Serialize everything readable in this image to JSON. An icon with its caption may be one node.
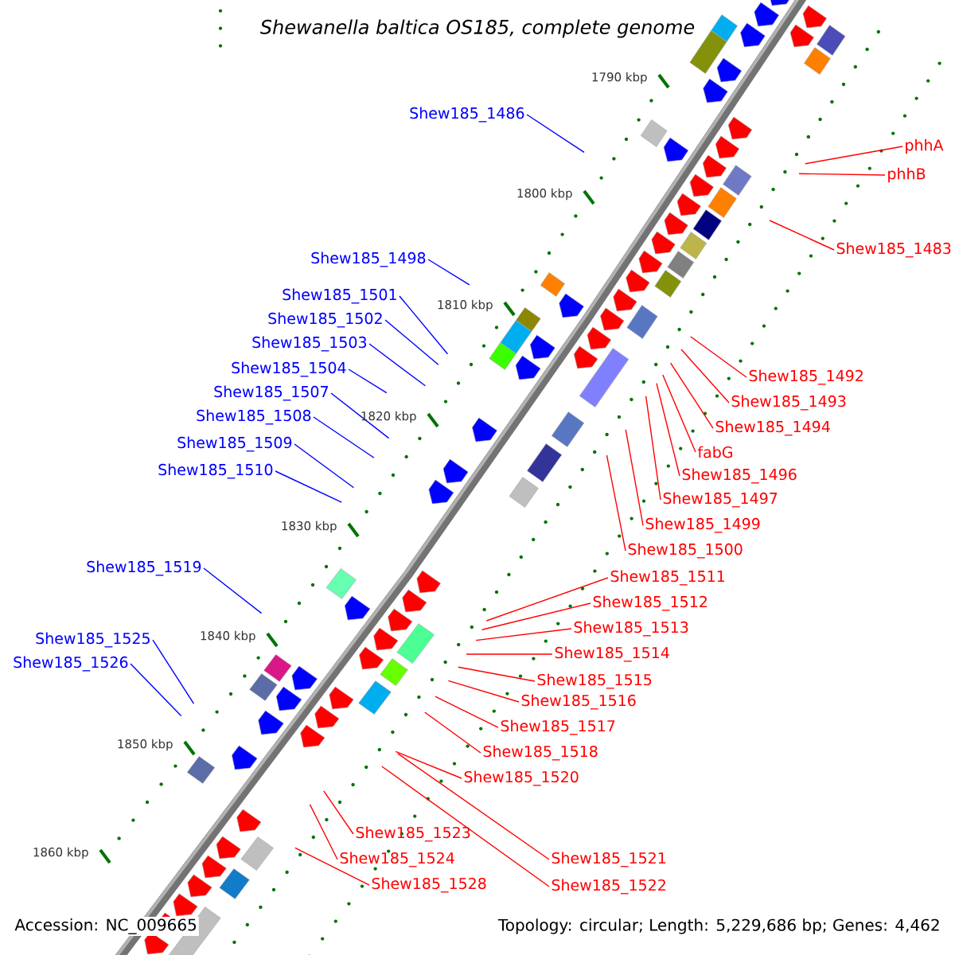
{
  "diagram": {
    "title": "Shewanella baltica OS185, complete genome",
    "nodes": [
      {
        "text": [
          "Shew185_1486"
        ]
      },
      {
        "text": [
          "phhA"
        ]
      },
      {
        "text": [
          "phhB"
        ]
      },
      {
        "text": [
          "Shew185_1483"
        ]
      },
      {
        "text": [
          "Shew185_1498"
        ]
      },
      {
        "text": [
          "Shew185_1501"
        ]
      },
      {
        "text": [
          "Shew185_1502"
        ]
      },
      {
        "text": [
          "Shew185_1503"
        ]
      },
      {
        "text": [
          "Shew185_1504"
        ]
      },
      {
        "text": [
          "Shew185_1492"
        ]
      },
      {
        "text": [
          "Shew185_1507"
        ]
      },
      {
        "text": [
          "Shew185_1493"
        ]
      },
      {
        "text": [
          "Shew185_1508"
        ]
      },
      {
        "text": [
          "Shew185_1494"
        ]
      },
      {
        "text": [
          "Shew185_1509"
        ]
      },
      {
        "text": [
          "fabG"
        ]
      },
      {
        "text": [
          "Shew185_1510"
        ]
      },
      {
        "text": [
          "Shew185_1496"
        ]
      },
      {
        "text": [
          "Shew185_1497"
        ]
      },
      {
        "text": [
          "Shew185_1499"
        ]
      },
      {
        "text": [
          "Shew185_1500"
        ]
      },
      {
        "text": [
          "Shew185_1519"
        ]
      },
      {
        "text": [
          "Shew185_1511"
        ]
      },
      {
        "text": [
          "Shew185_1512"
        ]
      },
      {
        "text": [
          "Shew185_1513"
        ]
      },
      {
        "text": [
          "Shew185_1525"
        ]
      },
      {
        "text": [
          "Shew185_1514"
        ]
      },
      {
        "text": [
          "Shew185_1526"
        ]
      },
      {
        "text": [
          "Shew185_1515"
        ]
      },
      {
        "text": [
          "Shew185_1516"
        ]
      },
      {
        "text": [
          "Shew185_1517"
        ]
      },
      {
        "text": [
          "Shew185_1518"
        ]
      },
      {
        "text": [
          "Shew185_1520"
        ]
      },
      {
        "text": [
          "Shew185_1523"
        ]
      },
      {
        "text": [
          "Shew185_1524"
        ]
      },
      {
        "text": [
          "Shew185_1521"
        ]
      },
      {
        "text": [
          "Shew185_1528"
        ]
      },
      {
        "text": [
          "Shew185_1522"
        ]
      }
    ],
    "edges": [
      {
        "from": 0,
        "to": null,
        "arrow": "none",
        "color": "#0000ff"
      },
      {
        "from": 1,
        "to": null,
        "arrow": "none"
      },
      {
        "from": 2,
        "to": null,
        "arrow": "none"
      },
      {
        "from": 3,
        "to": null,
        "arrow": "none"
      },
      {
        "from": 4,
        "to": null,
        "arrow": "none",
        "color": "#0000ff"
      },
      {
        "from": 5,
        "to": null,
        "arrow": "none",
        "color": "#0000ff"
      },
      {
        "from": 6,
        "to": null,
        "arrow": "none",
        "color": "#0000ff"
      },
      {
        "from": 7,
        "to": null,
        "arrow": "none",
        "color": "#0000ff"
      },
      {
        "from": 8,
        "to": null,
        "arrow": "none",
        "color": "#0000ff"
      },
      {
        "from": 9,
        "to": null,
        "arrow": "none"
      },
      {
        "from": 10,
        "to": null,
        "arrow": "none",
        "color": "#0000ff"
      },
      {
        "from": 11,
        "to": null,
        "arrow": "none"
      },
      {
        "from": 12,
        "to": null,
        "arrow": "none",
        "color": "#0000ff"
      },
      {
        "from": 13,
        "to": null,
        "arrow": "none"
      },
      {
        "from": 14,
        "to": null,
        "arrow": "none",
        "color": "#0000ff"
      },
      {
        "from": 15,
        "to": null,
        "arrow": "none"
      },
      {
        "from": 16,
        "to": null,
        "arrow": "none",
        "color": "#0000ff"
      },
      {
        "from": 17,
        "to": null,
        "arrow": "none"
      },
      {
        "from": 18,
        "to": null,
        "arrow": "none"
      },
      {
        "from": 19,
        "to": null,
        "arrow": "none"
      },
      {
        "from": 20,
        "to": null,
        "arrow": "none"
      },
      {
        "from": 21,
        "to": null,
        "arrow": "none",
        "color": "#0000ff"
      },
      {
        "from": 22,
        "to": null,
        "arrow": "none"
      },
      {
        "from": 23,
        "to": null,
        "arrow": "none"
      },
      {
        "from": 24,
        "to": null,
        "arrow": "none"
      },
      {
        "from": 25,
        "to": null,
        "arrow": "none",
        "color": "#0000ff"
      },
      {
        "from": 26,
        "to": null,
        "arrow": "none"
      },
      {
        "from": 27,
        "to": null,
        "arrow": "none",
        "color": "#0000ff"
      },
      {
        "from": 28,
        "to": null,
        "arrow": "none"
      },
      {
        "from": 29,
        "to": null,
        "arrow": "none"
      },
      {
        "from": 30,
        "to": null,
        "arrow": "none"
      },
      {
        "from": 31,
        "to": null,
        "arrow": "none"
      },
      {
        "from": 32,
        "to": null,
        "arrow": "none"
      },
      {
        "from": 33,
        "to": null,
        "arrow": "none"
      },
      {
        "from": 34,
        "to": null,
        "arrow": "none"
      },
      {
        "from": 35,
        "to": null,
        "arrow": "none"
      },
      {
        "from": 36,
        "to": null,
        "arrow": "none"
      },
      {
        "from": 37,
        "to": null,
        "arrow": "none"
      }
    ],
    "labels": [
      "1790 kbp",
      "1800 kbp",
      "1810 kbp",
      "1820 kbp",
      "1830 kbp",
      "1840 kbp",
      "1850 kbp",
      "1860 kbp",
      "Accession: NC_009665",
      "Topology: circular; Length: 5,229,686 bp; Genes: 4,462"
    ]
  }
}
